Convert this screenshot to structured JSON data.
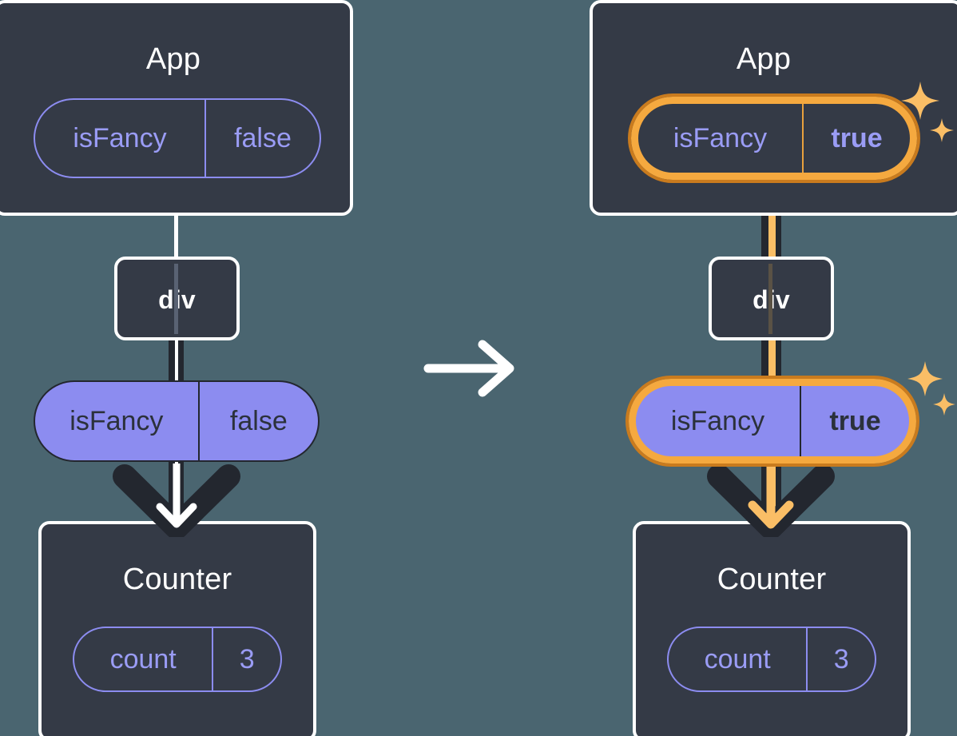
{
  "diagram": {
    "title_left": "App",
    "title_right": "App",
    "arrow_between": "right-arrow",
    "panels": [
      {
        "id": "before",
        "app": {
          "label": "App",
          "state_pill": {
            "key": "isFancy",
            "value": "false",
            "highlighted": false,
            "bold_value": false
          }
        },
        "div": {
          "label": "div"
        },
        "prop_pill": {
          "key": "isFancy",
          "value": "false",
          "highlighted": false,
          "bold_value": false
        },
        "counter": {
          "label": "Counter",
          "state_pill": {
            "key": "count",
            "value": "3",
            "highlighted": false,
            "bold_value": false
          }
        },
        "sparkles": false
      },
      {
        "id": "after",
        "app": {
          "label": "App",
          "state_pill": {
            "key": "isFancy",
            "value": "true",
            "highlighted": true,
            "bold_value": true
          }
        },
        "div": {
          "label": "div"
        },
        "prop_pill": {
          "key": "isFancy",
          "value": "true",
          "highlighted": true,
          "bold_value": true
        },
        "counter": {
          "label": "Counter",
          "state_pill": {
            "key": "count",
            "value": "3",
            "highlighted": false,
            "bold_value": false
          }
        },
        "sparkles": true
      }
    ]
  },
  "colors": {
    "background": "#4a6570",
    "box_fill": "#343a46",
    "box_border": "#ffffff",
    "pill_purple": "#8c8cf0",
    "pill_outline": "#8c8cf0",
    "text_light": "#ffffff",
    "text_purple": "#9a9cf5",
    "text_dark": "#2b313b",
    "highlight_outer": "#c97b1e",
    "highlight_inner": "#f5a93f",
    "sparkle": "#fabe66",
    "line_dark": "#23272f",
    "line_orange": "#fabe66"
  },
  "icons": {
    "center_arrow": "arrow-right-icon",
    "down_arrow": "arrow-down-icon",
    "sparkle_large": "sparkle-icon",
    "sparkle_small": "sparkle-icon"
  }
}
